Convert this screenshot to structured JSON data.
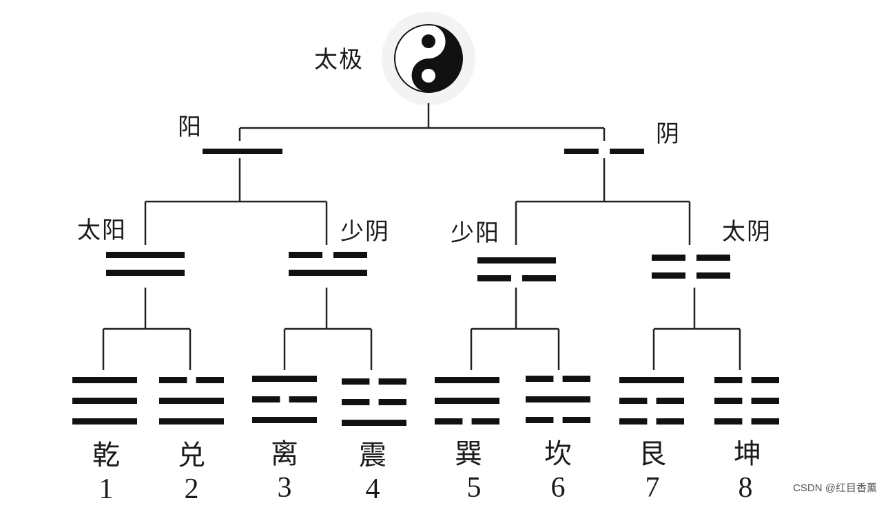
{
  "title_root": "太极",
  "level1": [
    {
      "label": "阳",
      "lines": [
        "yang"
      ]
    },
    {
      "label": "阴",
      "lines": [
        "yin"
      ]
    }
  ],
  "level2": [
    {
      "label": "太阳",
      "lines": [
        "yang",
        "yang"
      ]
    },
    {
      "label": "少阴",
      "lines": [
        "yin",
        "yang"
      ]
    },
    {
      "label": "少阳",
      "lines": [
        "yang",
        "yin"
      ]
    },
    {
      "label": "太阴",
      "lines": [
        "yin",
        "yin"
      ]
    }
  ],
  "trigrams": [
    {
      "name": "乾",
      "number": "1",
      "lines": [
        "yang",
        "yang",
        "yang"
      ]
    },
    {
      "name": "兑",
      "number": "2",
      "lines": [
        "yin",
        "yang",
        "yang"
      ]
    },
    {
      "name": "离",
      "number": "3",
      "lines": [
        "yang",
        "yin",
        "yang"
      ]
    },
    {
      "name": "震",
      "number": "4",
      "lines": [
        "yin",
        "yin",
        "yang"
      ]
    },
    {
      "name": "巽",
      "number": "5",
      "lines": [
        "yang",
        "yang",
        "yin"
      ]
    },
    {
      "name": "坎",
      "number": "6",
      "lines": [
        "yin",
        "yang",
        "yin"
      ]
    },
    {
      "name": "艮",
      "number": "7",
      "lines": [
        "yang",
        "yin",
        "yin"
      ]
    },
    {
      "name": "坤",
      "number": "8",
      "lines": [
        "yin",
        "yin",
        "yin"
      ]
    }
  ],
  "watermark": "CSDN @红目香薰",
  "colors": {
    "ink": "#111111",
    "background": "#ffffff"
  },
  "icon": "taiji-yin-yang-icon"
}
